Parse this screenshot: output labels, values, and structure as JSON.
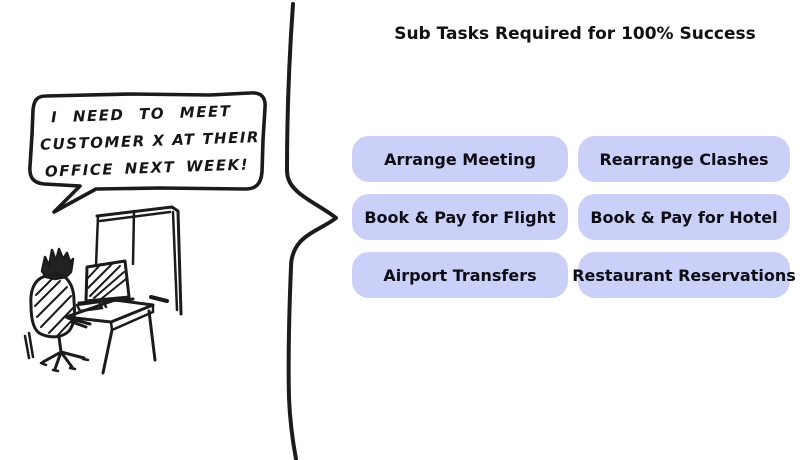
{
  "title": "Sub Tasks Required for 100% Success",
  "speech_bubble": {
    "lines": [
      "I NEED TO MEET",
      "CUSTOMER X AT THEIR",
      "OFFICE NEXT WEEK!"
    ]
  },
  "tasks": [
    "Arrange Meeting",
    "Rearrange Clashes",
    "Book & Pay for Flight",
    "Book & Pay for Hotel",
    "Airport Transfers",
    "Restaurant Reservations"
  ],
  "colors": {
    "background": "#ffffff",
    "ink": "#1b1b1b",
    "text": "#0e0e14",
    "task_pill_bg": "#cad0f8"
  }
}
